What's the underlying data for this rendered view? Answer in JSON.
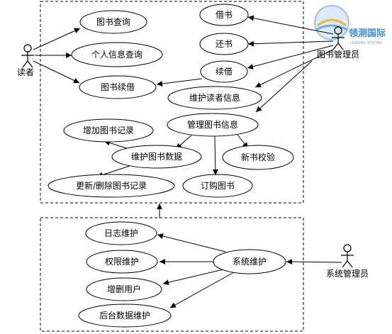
{
  "actors": {
    "reader": "读者",
    "librarian": "图书管理员",
    "sysadmin": "系统管理员"
  },
  "use_cases": {
    "book_query": "图书查询",
    "personal_info_query": "个人信息查询",
    "renew": "图书续借",
    "borrow": "借书",
    "return": "还书",
    "continue_borrow": "续借",
    "maintain_reader_info": "维护读者信息",
    "manage_book_info": "管理图书信息",
    "add_book_record": "增加图书记录",
    "maintain_book_data": "维护图书数据",
    "new_book_check": "新书校验",
    "update_delete_book_record": "更新/删除图书记录",
    "order_books": "订购图书",
    "log_maintenance": "日志维护",
    "permission_maintenance": "权限维护",
    "add_delete_users": "增删用户",
    "backend_data_maintenance": "后台数据维护",
    "system_maintenance": "系统维护"
  },
  "watermark": {
    "name": "领测国际",
    "subtitle": "LEADING TESTING"
  }
}
